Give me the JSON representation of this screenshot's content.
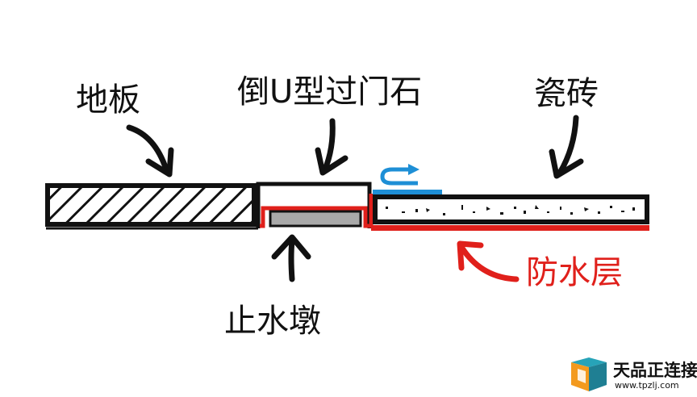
{
  "labels": {
    "floor": "地板",
    "threshold_stone": "倒U型过门石",
    "tile": "瓷砖",
    "water_stop": "止水墩",
    "waterproof": "防水层"
  },
  "watermark": {
    "brand": "天品正连接",
    "url": "www.tpzlj.com"
  },
  "colors": {
    "ink": "#111111",
    "waterproof": "#e0201b",
    "arrow_blue": "#1e8fd6",
    "pier_fill": "#a9a9a9",
    "logo_orange": "#f39a1e",
    "logo_teal": "#27a3b8"
  }
}
